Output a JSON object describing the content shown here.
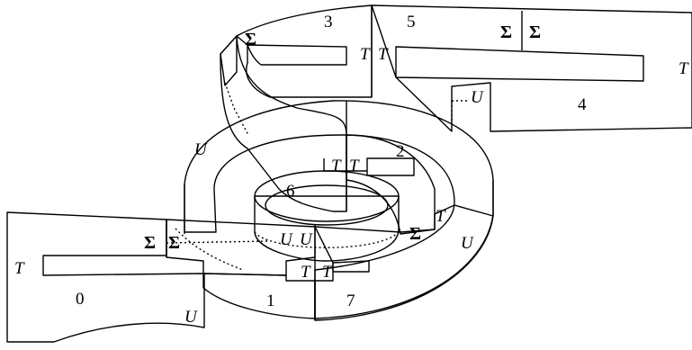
{
  "colors": {
    "green": "#e3f4d6",
    "yellow": "#fbf7b4",
    "white": "#ffffff",
    "ink": "#000000"
  },
  "diagram": {
    "labels": {
      "n0": "0",
      "n1": "1",
      "n2": "2",
      "n3": "3",
      "n4": "4",
      "n5": "5",
      "n6": "6",
      "n7": "7",
      "T": "T",
      "U": "U",
      "Sigma": "Σ"
    }
  }
}
